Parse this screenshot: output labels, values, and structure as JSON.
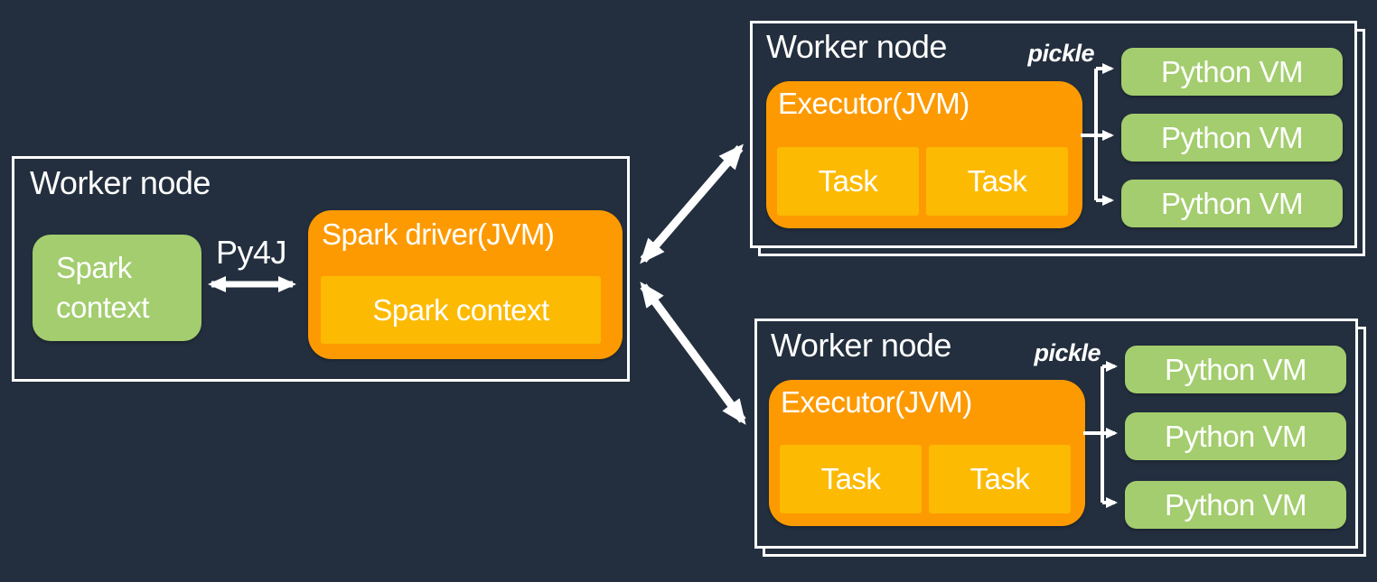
{
  "colors": {
    "background": "#232f3e",
    "border": "#ffffff",
    "orange": "#fd9a01",
    "yellow": "#fcba02",
    "green": "#a3cd6e",
    "text": "#ffffff",
    "arrow": "#ffffff"
  },
  "left_node": {
    "title": "Worker node",
    "spark_context_label": "Spark context",
    "py4j_label": "Py4J",
    "driver": {
      "title": "Spark driver(JVM)",
      "inner_label": "Spark context"
    }
  },
  "top_node": {
    "title": "Worker node",
    "pickle_label": "pickle",
    "executor": {
      "title": "Executor(JVM)",
      "tasks": [
        "Task",
        "Task"
      ]
    },
    "python_vms": [
      "Python VM",
      "Python VM",
      "Python VM"
    ]
  },
  "bottom_node": {
    "title": "Worker node",
    "pickle_label": "pickle",
    "executor": {
      "title": "Executor(JVM)",
      "tasks": [
        "Task",
        "Task"
      ]
    },
    "python_vms": [
      "Python VM",
      "Python VM",
      "Python VM"
    ]
  }
}
